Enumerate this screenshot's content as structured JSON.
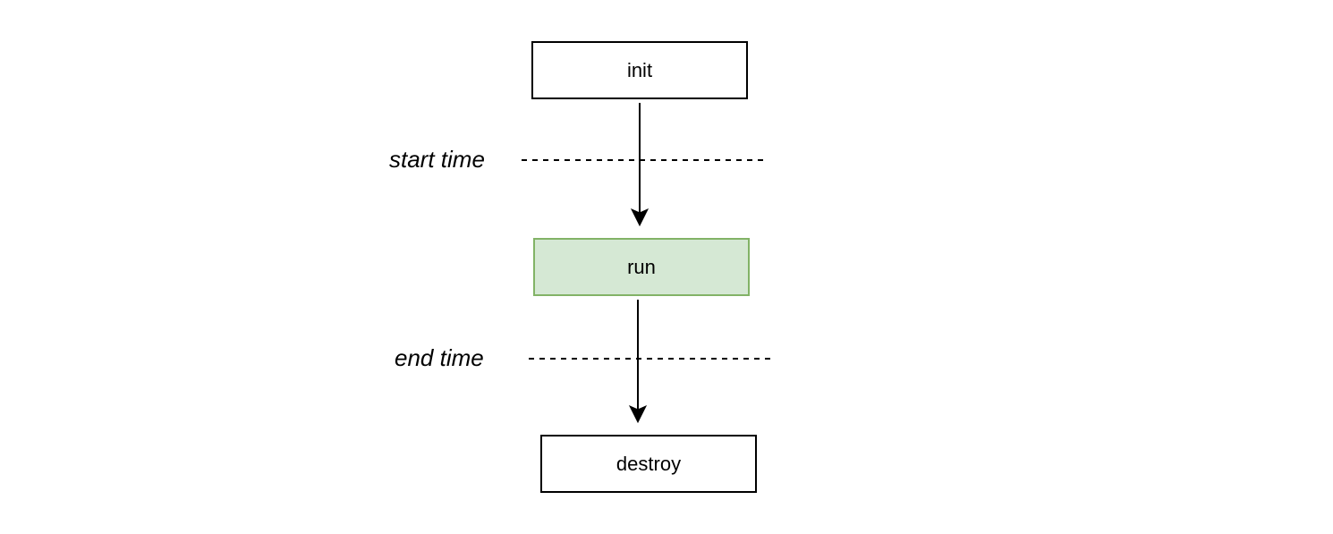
{
  "nodes": {
    "init": {
      "label": "init",
      "fill": "#ffffff",
      "stroke": "#000000"
    },
    "run": {
      "label": "run",
      "fill": "#d5e8d4",
      "stroke": "#82b366"
    },
    "destroy": {
      "label": "destroy",
      "fill": "#ffffff",
      "stroke": "#000000"
    }
  },
  "markers": {
    "start": {
      "label": "start time"
    },
    "end": {
      "label": "end time"
    }
  },
  "edges": [
    {
      "from": "init",
      "to": "run"
    },
    {
      "from": "run",
      "to": "destroy"
    }
  ]
}
